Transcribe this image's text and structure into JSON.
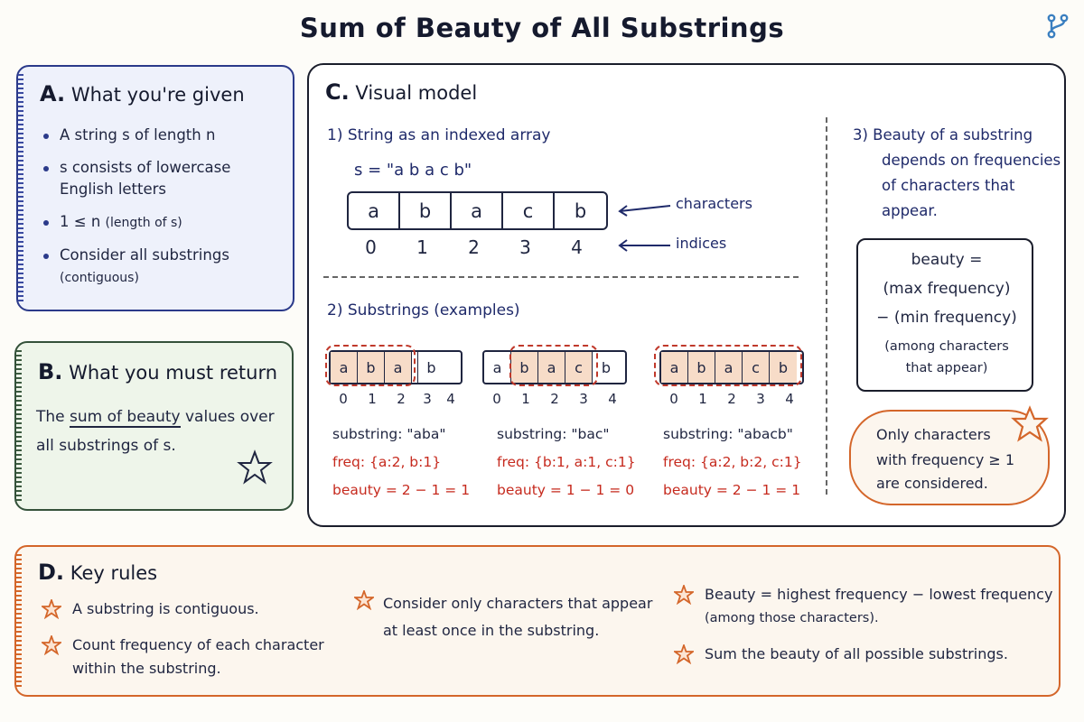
{
  "title": "Sum of Beauty of All Substrings",
  "icons": {
    "logo": "git-branch-icon",
    "star": "star-icon",
    "arrow": "arrow-left-icon"
  },
  "colors": {
    "blue": "#2b3a8a",
    "green": "#34513a",
    "orange": "#d4662a",
    "red": "#c62a1e",
    "highlight": "#f7dcc8"
  },
  "sectionA": {
    "letter": "A.",
    "heading": "What you're given",
    "items": [
      {
        "text": "A string s of length n"
      },
      {
        "text": "s consists of lowercase English letters"
      },
      {
        "text": "1 ≤ n",
        "note": "(length of s)"
      },
      {
        "text": "Consider all substrings",
        "note": "(contiguous)"
      }
    ]
  },
  "sectionB": {
    "letter": "B.",
    "heading": "What you must return",
    "pre": "The ",
    "emph": "sum of beauty",
    "post": " values over all substrings of s."
  },
  "sectionC": {
    "letter": "C.",
    "heading": "Visual model",
    "part1": {
      "heading": "1) String as an indexed array",
      "string_label": "s = \"a b a c b\"",
      "chars": [
        "a",
        "b",
        "a",
        "c",
        "b"
      ],
      "indices": [
        "0",
        "1",
        "2",
        "3",
        "4"
      ],
      "chars_label": "characters",
      "indices_label": "indices"
    },
    "part2": {
      "heading": "2) Substrings (examples)",
      "examples": [
        {
          "chars": [
            "a",
            "b",
            "a",
            "b"
          ],
          "indices": [
            "0",
            "1",
            "2",
            "3",
            "4"
          ],
          "substring": "substring: \"aba\"",
          "freq": "freq: {a:2, b:1}",
          "beauty": "beauty = 2 − 1 = 1"
        },
        {
          "chars": [
            "a",
            "b",
            "a",
            "c",
            "b"
          ],
          "indices": [
            "0",
            "1",
            "2",
            "3",
            "4"
          ],
          "substring": "substring: \"bac\"",
          "freq": "freq: {b:1, a:1, c:1}",
          "beauty": "beauty = 1 − 1 = 0"
        },
        {
          "chars": [
            "a",
            "b",
            "a",
            "c",
            "b"
          ],
          "indices": [
            "0",
            "1",
            "2",
            "3",
            "4"
          ],
          "substring": "substring: \"abacb\"",
          "freq": "freq: {a:2, b:2, c:1}",
          "beauty": "beauty = 2 − 1 = 1"
        }
      ]
    },
    "part3": {
      "heading_lines": [
        "3) Beauty of a substring",
        "depends on frequencies",
        "of characters that",
        "appear."
      ],
      "formula_lines": [
        "beauty =",
        "(max frequency)",
        "− (min frequency)"
      ],
      "formula_note_lines": [
        "(among characters",
        "that appear)"
      ],
      "callout_lines": [
        "Only characters",
        "with frequency ≥ 1",
        "are considered."
      ]
    }
  },
  "sectionD": {
    "letter": "D.",
    "heading": "Key rules",
    "rules": [
      {
        "lines": [
          "A substring is contiguous."
        ]
      },
      {
        "lines": [
          "Count frequency of each character",
          "within the substring."
        ]
      },
      {
        "lines": [
          "Consider only characters that appear",
          "at least once in the substring."
        ]
      },
      {
        "lines": [
          "Beauty = highest frequency − lowest frequency",
          "(among those characters)."
        ]
      },
      {
        "lines": [
          "Sum the beauty of all possible substrings."
        ]
      }
    ]
  }
}
